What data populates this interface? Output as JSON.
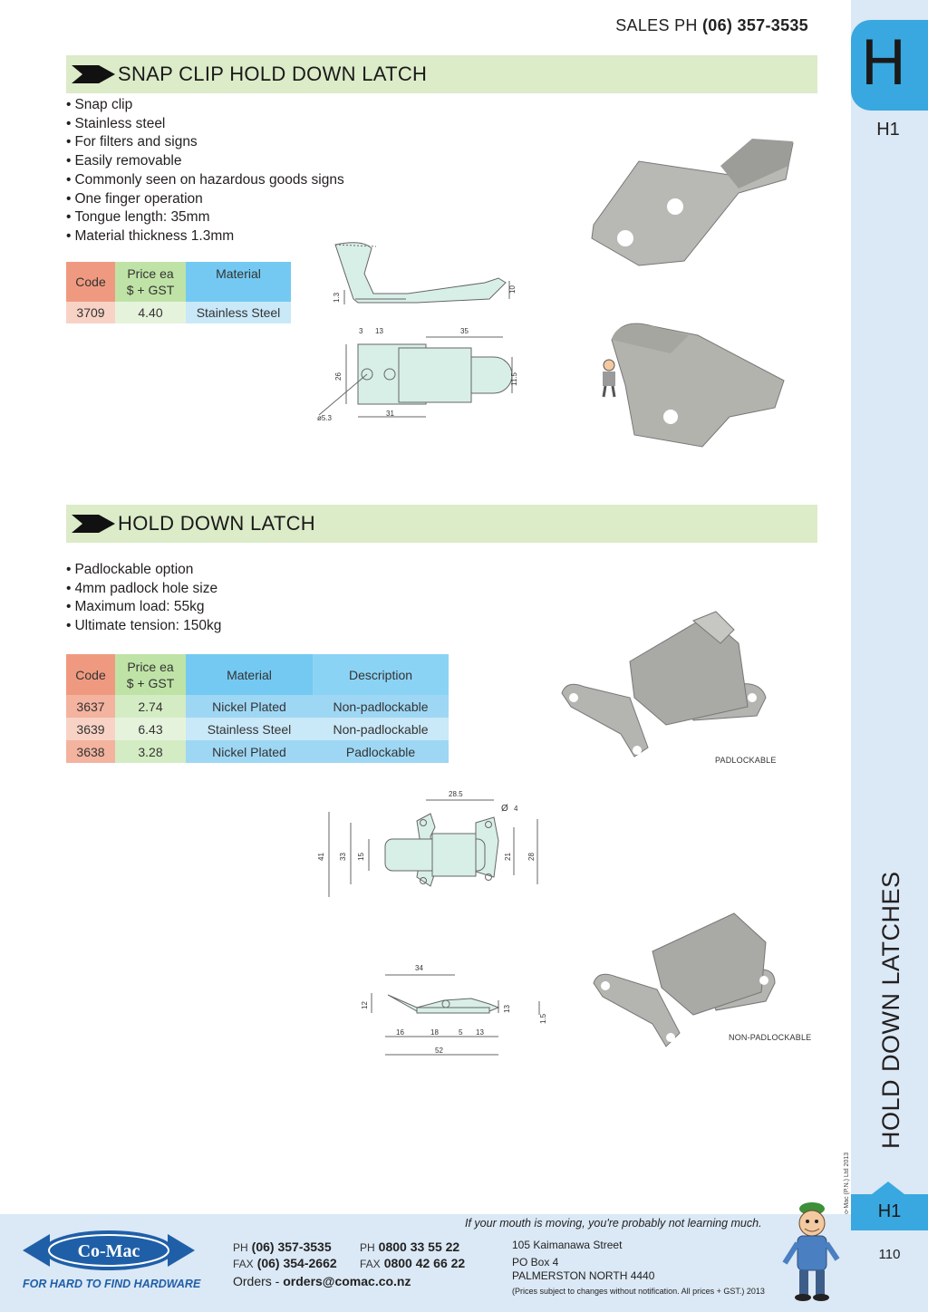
{
  "header": {
    "sales_label": "SALES  PH",
    "sales_phone": "(06) 357-3535"
  },
  "tab": {
    "letter": "H",
    "section_code": "H1",
    "vertical_title": "HOLD DOWN LATCHES",
    "copyright": "© Co-Mac (P.N.) Ltd 2013",
    "page_number": "110"
  },
  "section1": {
    "title": "SNAP CLIP HOLD DOWN LATCH",
    "bullets": [
      "Snap clip",
      "Stainless steel",
      "For filters and signs",
      "Easily removable",
      "Commonly seen on hazardous goods signs",
      "One finger operation",
      "Tongue length: 35mm",
      "Material thickness 1.3mm"
    ],
    "table": {
      "headers": [
        "Code",
        "Price ea",
        "$ + GST",
        "Material"
      ],
      "rows": [
        [
          "3709",
          "4.40",
          "Stainless Steel"
        ]
      ]
    },
    "dimensions": {
      "d1": "1.3",
      "d2": "10",
      "d3": "3",
      "d4": "13",
      "d5": "35",
      "d6": "26",
      "d7": "11.5",
      "d8": "ø5.3",
      "d9": "31"
    }
  },
  "section2": {
    "title": "HOLD DOWN LATCH",
    "bullets": [
      "Padlockable option",
      "4mm padlock hole size",
      "Maximum load: 55kg",
      "Ultimate tension: 150kg"
    ],
    "table": {
      "headers": [
        "Code",
        "Price ea",
        "$ + GST",
        "Material",
        "Description"
      ],
      "rows": [
        [
          "3637",
          "2.74",
          "Nickel Plated",
          "Non-padlockable"
        ],
        [
          "3639",
          "6.43",
          "Stainless Steel",
          "Non-padlockable"
        ],
        [
          "3638",
          "3.28",
          "Nickel Plated",
          "Padlockable"
        ]
      ]
    },
    "label_padlockable": "PADLOCKABLE",
    "label_non_padlockable": "NON-PADLOCKABLE",
    "dimensions": {
      "w1": "28.5",
      "w2": "Ø",
      "w3": "4",
      "h1": "41",
      "h2": "33",
      "h3": "15",
      "h4": "21",
      "h5": "28",
      "s1": "34",
      "s2": "12",
      "s3": "13",
      "s4": "1.5",
      "s5": "16",
      "s6": "18",
      "s7": "5",
      "s8": "13",
      "s9": "52"
    }
  },
  "footer": {
    "tagline": "If your mouth is moving, you're probably not learning much.",
    "logo_text": "Co-Mac",
    "slogan": "FOR HARD TO FIND HARDWARE",
    "ph_label": "PH",
    "ph": "(06) 357-3535",
    "fax_label": "FAX",
    "fax": "(06) 354-2662",
    "freeph_label": "PH",
    "freeph": "0800 33 55 22",
    "freefax_label": "FAX",
    "freefax": "0800 42 66 22",
    "orders_label": "Orders -",
    "orders_email": "orders@comac.co.nz",
    "address1": "105 Kaimanawa Street",
    "address2": "PO Box 4",
    "address3": "PALMERSTON NORTH 4440",
    "disclaimer": "(Prices subject to changes without notification.  All prices + GST.)  2013"
  },
  "colors": {
    "tab_blue": "#39a8e0",
    "tab_light": "#dbe8f5",
    "section_green": "#dcebc8",
    "logo_blue": "#1f5fa8"
  }
}
